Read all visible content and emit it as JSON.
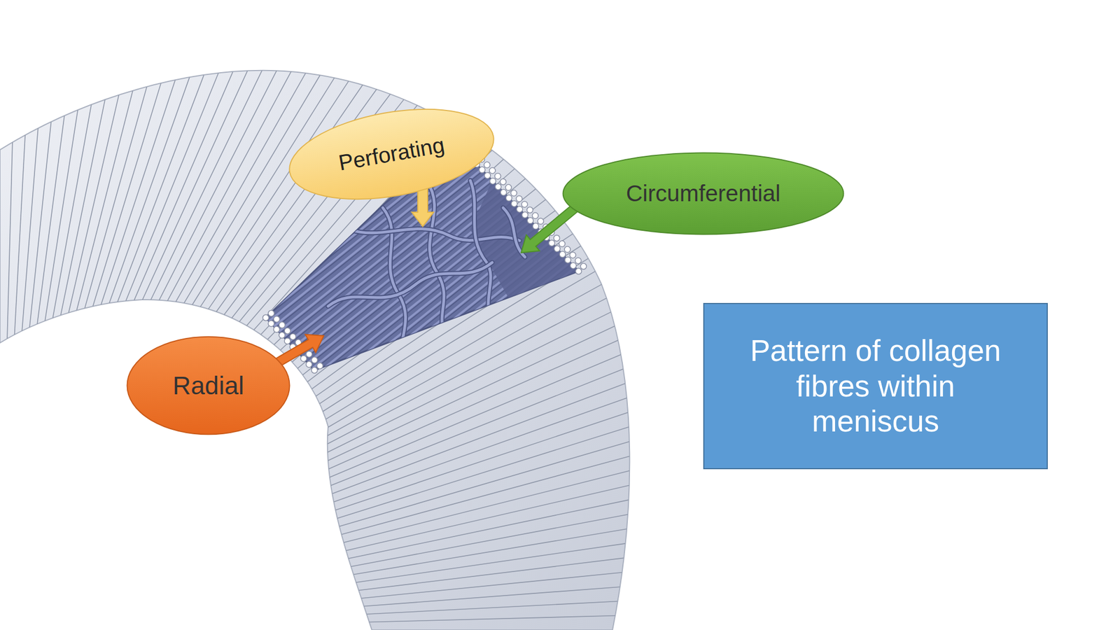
{
  "diagram": {
    "nodes": [
      {
        "text": [
          "Perforating"
        ]
      },
      {
        "text": [
          "Circumferential"
        ]
      },
      {
        "text": [
          "Pattern of collagen fibres within meniscus"
        ]
      },
      {
        "text": [
          "Radial"
        ]
      }
    ]
  }
}
